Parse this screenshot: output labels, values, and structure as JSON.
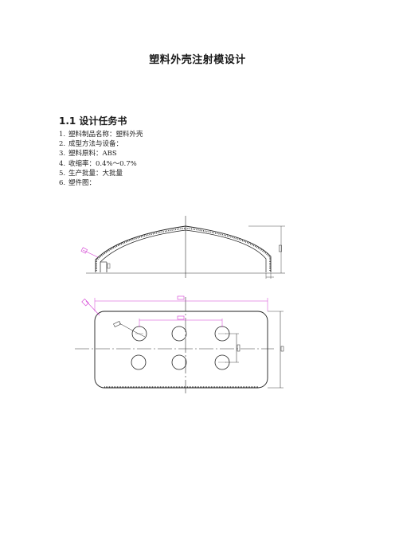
{
  "document": {
    "title": "塑料外壳注射模设计",
    "section_heading": "1.1 设计任务书",
    "items": [
      {
        "num": "1.",
        "text": "塑料制品名称：塑料外壳"
      },
      {
        "num": "2.",
        "text": "成型方法与设备："
      },
      {
        "num": "3.",
        "text": "塑料原料：ABS"
      },
      {
        "num": "4.",
        "text": "收缩率：0.4%～0.7%"
      },
      {
        "num": "5.",
        "text": "生产批量：大批量"
      },
      {
        "num": "6.",
        "text": "塑件图："
      }
    ]
  },
  "drawing": {
    "outline_color": "#222222",
    "dimension_color": "#d23cd2",
    "centerline_color": "#333333"
  }
}
